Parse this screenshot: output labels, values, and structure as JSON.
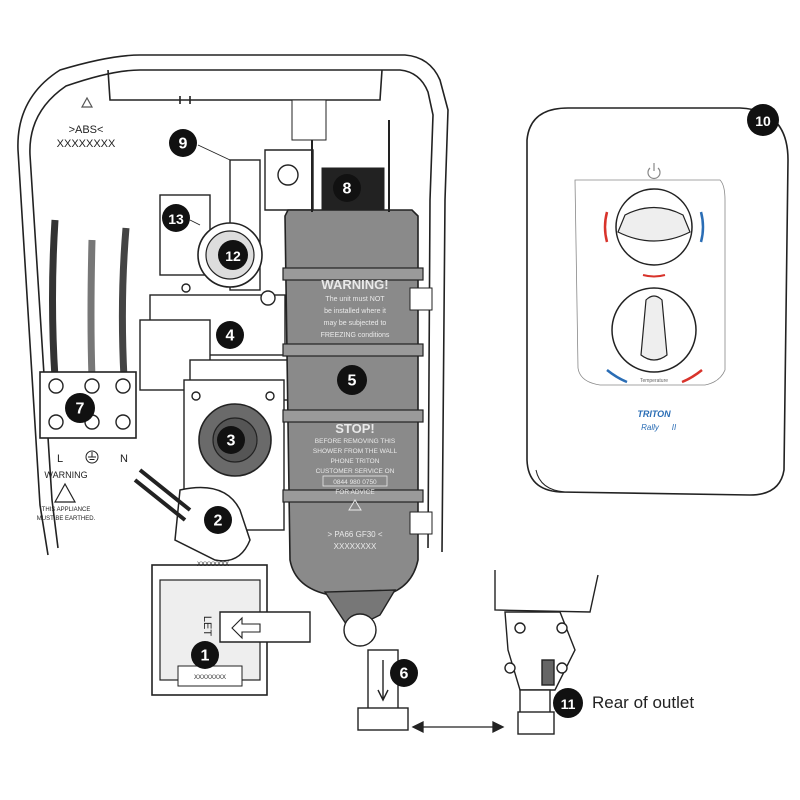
{
  "unit_base": {
    "top_labels": [
      "&gt;ABS&lt;",
      "XXXXXXXX"
    ],
    "terminal_labels": [
      "L",
      "N"
    ],
    "warning_title": "WARNING",
    "warning_lines": [
      "THIS APPLIANCE",
      "MUST BE EARTHED."
    ]
  },
  "heater_can": {
    "warning_title": "WARNING!",
    "warning_lines": [
      "The unit must NOT",
      "be installed where it",
      "may be subjected to",
      "FREEZING conditions"
    ],
    "stop_title": "STOP!",
    "stop_lines": [
      "BEFORE REMOVING THIS",
      "SHOWER FROM THE WALL",
      "PHONE TRITON",
      "CUSTOMER SERVICE ON",
      "0844 980 0750",
      "FOR ADVICE"
    ],
    "material_lines": [
      "> PA66 GF30 <",
      "XXXXXXXX"
    ]
  },
  "inlet_valve": {
    "code_top": "XXXXXXXX",
    "code_bottom": "XXXXXXXX",
    "inlet_text": "LET"
  },
  "cover": {
    "brand": "TRITON",
    "model": "Rally",
    "temperature_label": "Temperature"
  },
  "outlet_detail": {
    "label": "Rear of outlet"
  },
  "callouts": [
    {
      "number": "1",
      "name": "callout-1"
    },
    {
      "number": "2",
      "name": "callout-2"
    },
    {
      "number": "3",
      "name": "callout-3"
    },
    {
      "number": "4",
      "name": "callout-4"
    },
    {
      "number": "5",
      "name": "callout-5"
    },
    {
      "number": "6",
      "name": "callout-6"
    },
    {
      "number": "7",
      "name": "callout-7"
    },
    {
      "number": "8",
      "name": "callout-8"
    },
    {
      "number": "9",
      "name": "callout-9"
    },
    {
      "number": "10",
      "name": "callout-10"
    },
    {
      "number": "11",
      "name": "callout-11"
    },
    {
      "number": "12",
      "name": "callout-12"
    },
    {
      "number": "13",
      "name": "callout-13"
    }
  ],
  "colors": {
    "callout_fill": "#111111",
    "can_fill": "#8a8a8a",
    "line": "#222222",
    "red_mark": "#d8332b",
    "blue_mark": "#2a6db5"
  }
}
